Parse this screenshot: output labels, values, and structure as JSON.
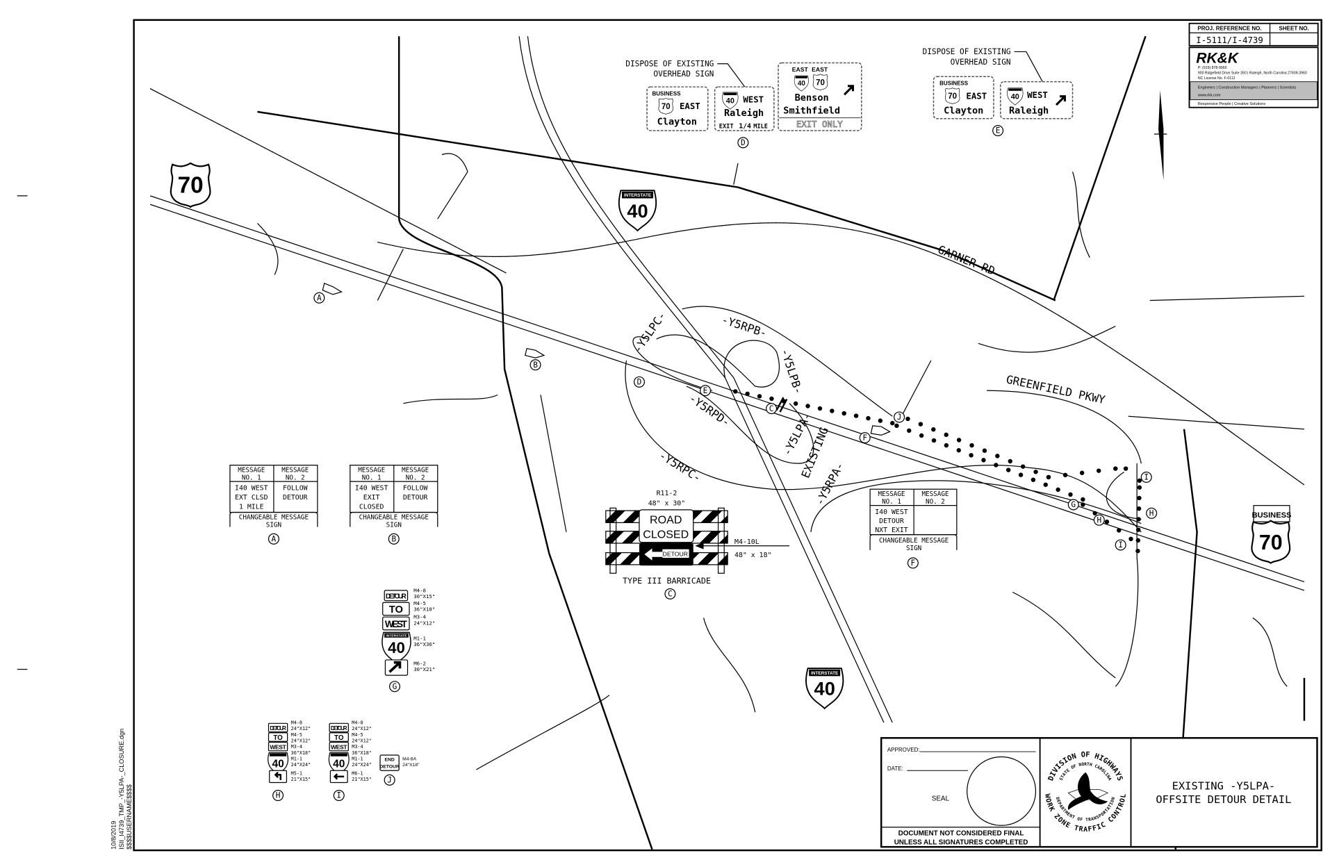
{
  "sheet": {
    "proj_ref_label": "PROJ. REFERENCE NO.",
    "sheet_no_label": "SHEET NO.",
    "proj_ref": "I-5111/I-4739",
    "sheet_no": ""
  },
  "firm": {
    "logo": "RK&K",
    "phone": "P: (919) 878-9560",
    "address": "900 Ridgefield Drive Suite 350 | Raleigh, North Carolina 27609-3960",
    "license": "NC License No. F-0112",
    "services": "Engineers | Construction Managers | Planners | Scientists",
    "web": "www.rkk.com",
    "tagline": "Responsive People | Creative Solutions"
  },
  "title_block": {
    "approved": "APPROVED:",
    "date": "DATE:",
    "seal": "SEAL",
    "disclaimer_1": "DOCUMENT NOT CONSIDERED FINAL",
    "disclaimer_2": "UNLESS ALL SIGNATURES COMPLETED",
    "seal_top": "DIVISION OF HIGHWAYS",
    "seal_inner_top": "STATE OF NORTH CAROLINA",
    "seal_inner_bottom": "DEPARTMENT OF TRANSPORTATION",
    "seal_bottom": "WORK ZONE TRAFFIC CONTROL",
    "title_1": "EXISTING -Y5LPA-",
    "title_2": "OFFSITE DETOUR DETAIL"
  },
  "file_info": {
    "date": "10/8/2019",
    "file": "ISII_I4739_TMP_-Y5LPA-_CLOSURE.dgn",
    "user": "$$$$USERNAME$$$$"
  },
  "map": {
    "roads": {
      "garner": "GARNER RD",
      "greenfield": "GREENFIELD PKWY",
      "y5lpc": "-Y5LPC-",
      "y5rpb": "-Y5RPB-",
      "y5lpb": "-Y5LPB-",
      "y5rpd": "-Y5RPD-",
      "y5rpc": "-Y5RPC-",
      "y5lpa": "-Y5LPA-",
      "existing": "EXISTING",
      "y5rpa": "-Y5RPA-"
    },
    "shields": {
      "us70": "70",
      "i40_top": "40",
      "i40_bottom": "40",
      "interstate": "INTERSTATE",
      "business": "BUSINESS",
      "bus70": "70"
    },
    "markers": {
      "a": "A",
      "b": "B",
      "c": "C",
      "d": "D",
      "e": "E",
      "f": "F",
      "g": "G",
      "h": "H",
      "h2": "H",
      "i": "I",
      "i2": "I",
      "j": "J"
    }
  },
  "overhead_d": {
    "note_1": "DISPOSE OF EXISTING",
    "note_2": "OVERHEAD SIGN",
    "sign1": {
      "business": "BUSINESS",
      "route": "70",
      "dir": "EAST",
      "city": "Clayton"
    },
    "sign2": {
      "route": "40",
      "dir": "WEST",
      "city": "Raleigh",
      "exit": "EXIT",
      "dist": "1/4",
      "mile": "MILE"
    },
    "sign3": {
      "dir1": "EAST",
      "dir2": "EAST",
      "route1": "40",
      "route2": "70",
      "city1": "Benson",
      "city2": "Smithfield",
      "exit_only": "EXIT ONLY"
    },
    "marker": "D"
  },
  "overhead_e": {
    "note_1": "DISPOSE OF EXISTING",
    "note_2": "OVERHEAD SIGN",
    "sign1": {
      "business": "BUSINESS",
      "route": "70",
      "dir": "EAST",
      "city": "Clayton"
    },
    "sign2": {
      "route": "40",
      "dir": "WEST",
      "city": "Raleigh"
    },
    "marker": "E"
  },
  "cms": {
    "h1": "MESSAGE",
    "n1": "NO. 1",
    "h2": "MESSAGE",
    "n2": "NO. 2",
    "label_1": "CHANGEABLE MESSAGE",
    "label_2": "SIGN",
    "a": {
      "m1": [
        "I40 WEST",
        "EXT CLSD",
        "1 MILE"
      ],
      "m2": [
        "FOLLOW",
        "DETOUR"
      ],
      "marker": "A"
    },
    "b": {
      "m1": [
        "I40 WEST",
        "EXIT",
        "CLOSED"
      ],
      "m2": [
        "FOLLOW",
        "DETOUR"
      ],
      "marker": "B"
    },
    "f": {
      "m1": [
        "I40 WEST",
        "DETOUR",
        "NXT EXIT"
      ],
      "m2": [],
      "marker": "F"
    }
  },
  "barricade": {
    "r11_code": "R11-2",
    "r11_size": "48\" x 30\"",
    "road": "ROAD",
    "closed": "CLOSED",
    "detour": "DETOUR",
    "m4_code": "M4-10L",
    "m4_size": "48\" x 18\"",
    "caption": "TYPE III BARRICADE",
    "marker": "C"
  },
  "stack_g": {
    "detour": "DETOUR",
    "to": "TO",
    "west": "WEST",
    "interstate": "INTERSTATE",
    "route": "40",
    "codes": [
      [
        "M4-8",
        "30\"X15\""
      ],
      [
        "M4-5",
        "36\"X18\""
      ],
      [
        "M3-4",
        "24\"X12\""
      ],
      [
        "M1-1",
        "36\"X36\""
      ],
      [
        "M6-2",
        "30\"X21\""
      ]
    ],
    "marker": "G"
  },
  "stack_h": {
    "detour": "DETOUR",
    "to": "TO",
    "west": "WEST",
    "route": "40",
    "codes": [
      [
        "M4-8",
        "24\"X12\""
      ],
      [
        "M4-5",
        "24\"X12\""
      ],
      [
        "M3-4",
        "36\"X18\""
      ],
      [
        "M1-1",
        "24\"X24\""
      ],
      [
        "M5-1",
        "21\"X15\""
      ]
    ],
    "marker": "H"
  },
  "stack_i": {
    "detour": "DETOUR",
    "to": "TO",
    "west": "WEST",
    "route": "40",
    "codes": [
      [
        "M4-8",
        "24\"X12\""
      ],
      [
        "M4-5",
        "24\"X12\""
      ],
      [
        "M3-4",
        "36\"X18\""
      ],
      [
        "M1-1",
        "24\"X24\""
      ],
      [
        "M6-1",
        "21\"X15\""
      ]
    ],
    "marker": "I"
  },
  "sign_j": {
    "end": "END",
    "detour": "DETOUR",
    "code": "M4-8A",
    "size": "24\"X18\"",
    "marker": "J"
  }
}
